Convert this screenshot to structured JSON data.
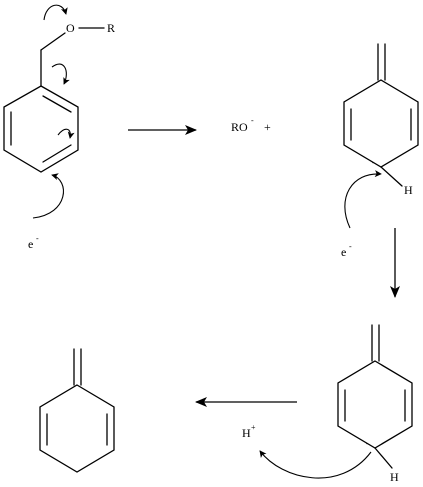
{
  "labels": {
    "oxygen": "O",
    "r_group": "R",
    "electron_1": "e",
    "electron_2": "e",
    "alkoxide": "RO",
    "plus": "+",
    "hydrogen_1": "H",
    "hydrogen_2": "H",
    "proton": "H",
    "minus_sign": "-",
    "plus_sign": "+"
  }
}
